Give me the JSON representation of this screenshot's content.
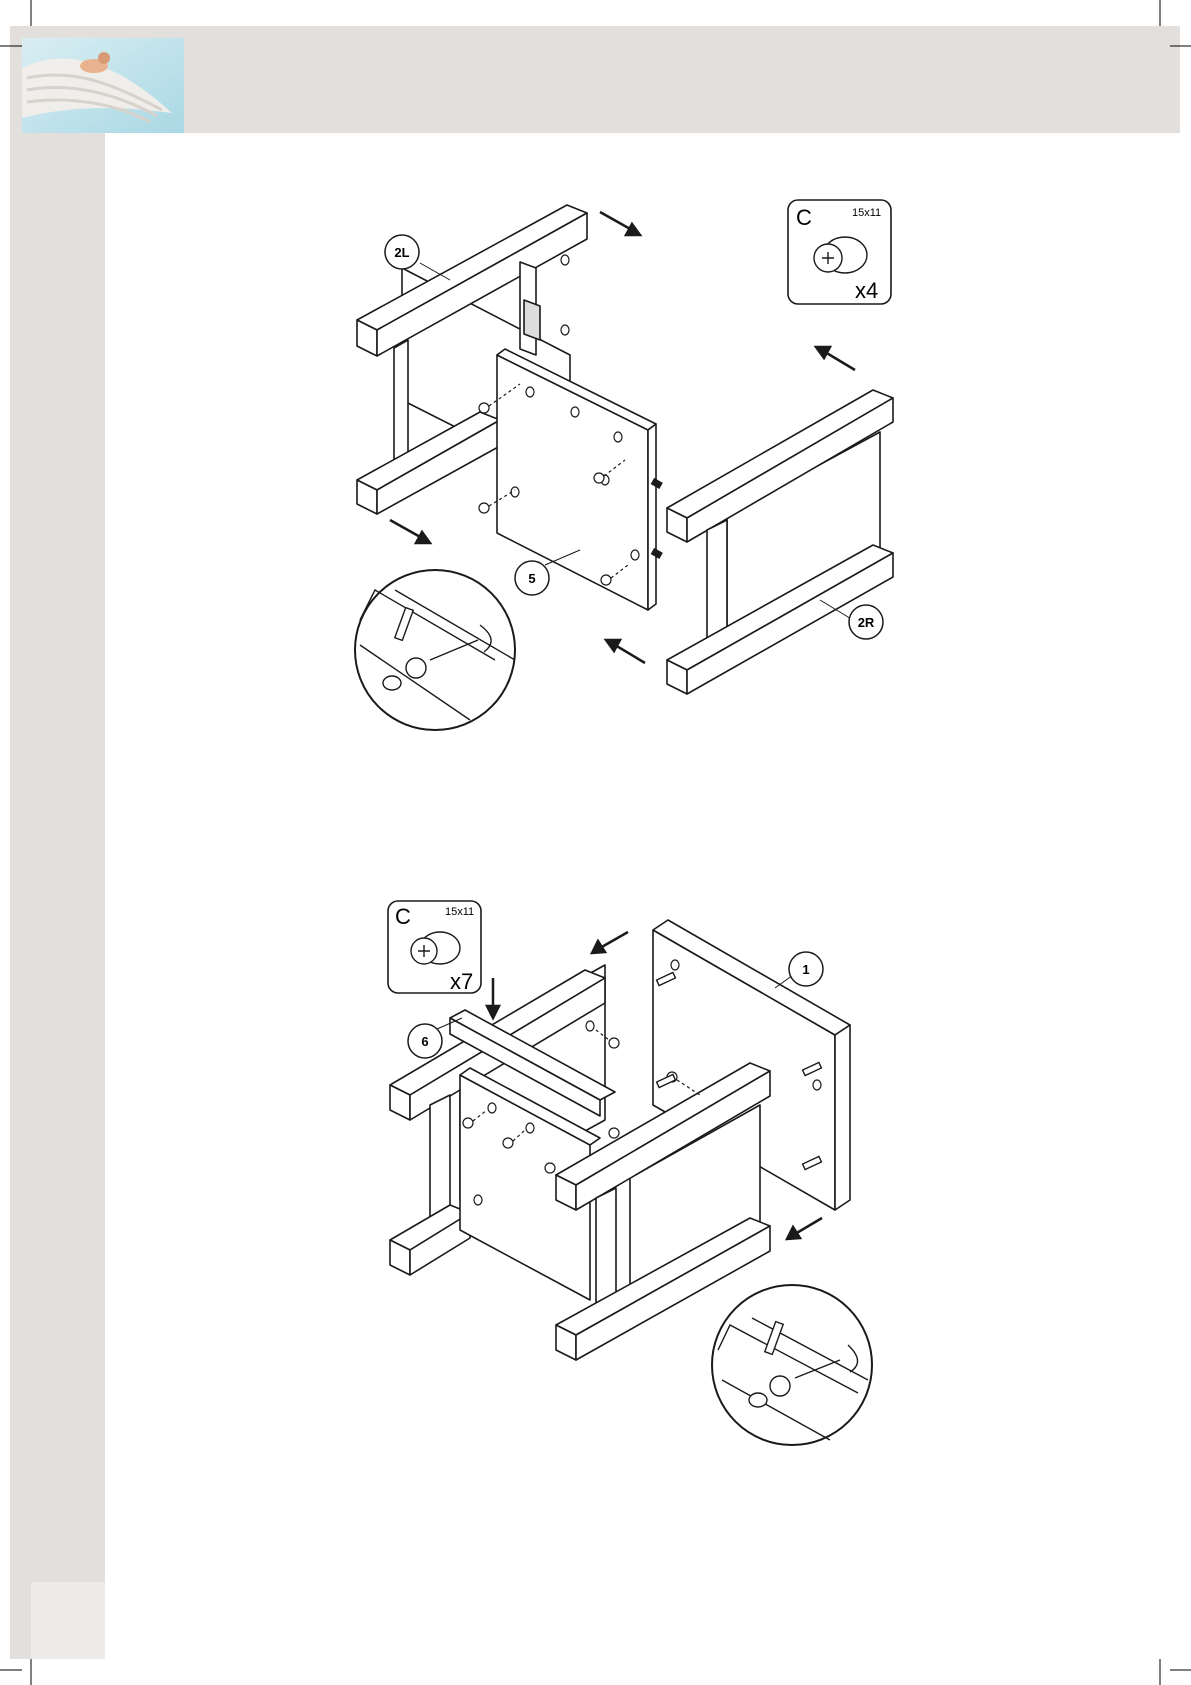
{
  "step1": {
    "parts": {
      "left_frame": "2L",
      "back_panel": "5",
      "right_frame": "2R"
    },
    "hardware": {
      "letter": "C",
      "size": "15x11",
      "quantity": "x4",
      "icon": "cam-lock-icon"
    }
  },
  "step2": {
    "parts": {
      "top_rail": "6",
      "side_panel": "1"
    },
    "hardware": {
      "letter": "C",
      "size": "15x11",
      "quantity": "x7",
      "icon": "cam-lock-icon"
    }
  },
  "colors": {
    "band": "#e2dfdd",
    "line": "#1a1a1a",
    "sky": "#bfe3ec"
  }
}
